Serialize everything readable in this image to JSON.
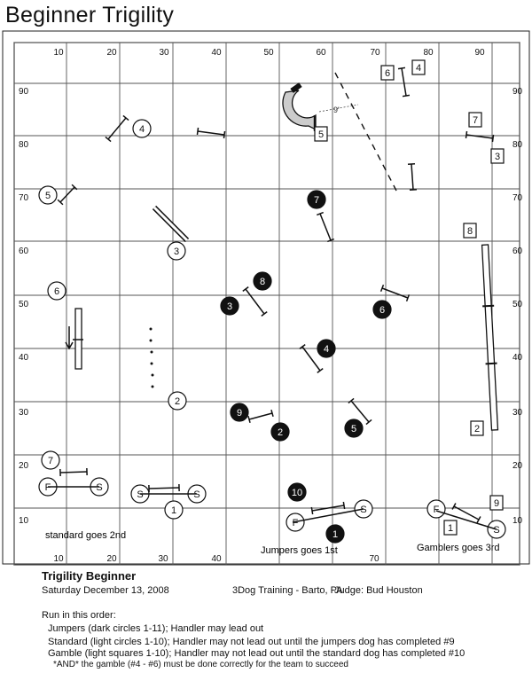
{
  "page": {
    "title": "Beginner Trigility"
  },
  "course": {
    "x_ticks": [
      "10",
      "20",
      "30",
      "40",
      "50",
      "60",
      "70",
      "80",
      "90"
    ],
    "y_ticks": [
      "90",
      "80",
      "70",
      "60",
      "50",
      "40",
      "30",
      "20",
      "10"
    ],
    "bottom_ticks": [
      "10",
      "20",
      "30",
      "40",
      "70"
    ],
    "jumpers": [
      "1",
      "2",
      "3",
      "4",
      "5",
      "6",
      "7",
      "8",
      "9",
      "10"
    ],
    "standard": [
      "F",
      "S",
      "1",
      "2",
      "3",
      "4",
      "5",
      "6",
      "7",
      "F",
      "S"
    ],
    "gamble": [
      "1",
      "2",
      "3",
      "4",
      "5",
      "6",
      "7",
      "8",
      "9",
      "F",
      "S"
    ],
    "distance_label": "9'",
    "notes": {
      "standard": "standard goes 2nd",
      "jumpers": "Jumpers goes 1st",
      "gamblers": "Gamblers goes 3rd"
    }
  },
  "info": {
    "title": "Trigility Beginner",
    "date": "Saturday December 13, 2008",
    "venue": "3Dog Training - Barto, PA",
    "judge": "Judge: Bud Houston",
    "order_heading": "Run in this order:",
    "order": [
      "Jumpers (dark circles 1-11); Handler may lead out",
      "Standard (light circles 1-10); Handler may not lead out until the jumpers dog has completed #9",
      "Gamble (light squares 1-10); Handler may not lead out until the standard dog has completed #10"
    ],
    "note": "*AND* the gamble (#4 - #6) must be done correctly for the team to succeed"
  }
}
